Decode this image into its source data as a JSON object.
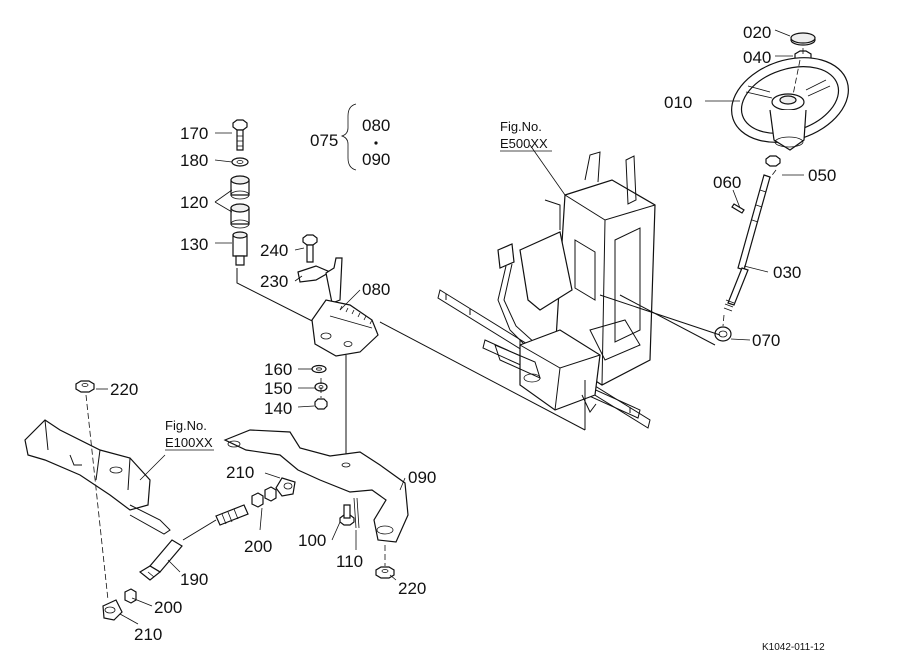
{
  "parts": {
    "p020": "020",
    "p040": "040",
    "p010": "010",
    "p050": "050",
    "p060": "060",
    "p030": "030",
    "p070": "070",
    "p075": "075",
    "p080a": "080",
    "p090a": "090",
    "p170": "170",
    "p180": "180",
    "p120": "120",
    "p130": "130",
    "p240": "240",
    "p230": "230",
    "p080": "080",
    "p160": "160",
    "p150": "150",
    "p140": "140",
    "p220a": "220",
    "p210a": "210",
    "p090": "090",
    "p200a": "200",
    "p100": "100",
    "p110": "110",
    "p220b": "220",
    "p190": "190",
    "p200b": "200",
    "p210b": "210"
  },
  "figrefs": {
    "e500_label": "Fig.No.",
    "e500_code": "E500XX",
    "e100_label": "Fig.No.",
    "e100_code": "E100XX"
  },
  "drawing_code": "K1042-011-12"
}
